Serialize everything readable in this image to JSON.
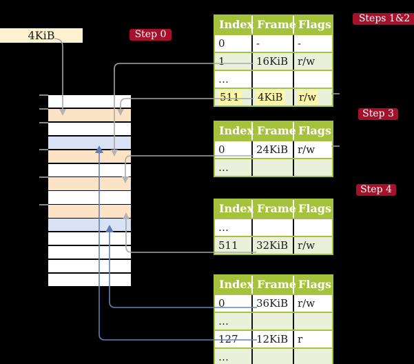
{
  "labels": {
    "frame_box": "4KiB",
    "step0": "Step 0",
    "steps12": "Steps 1&2",
    "step3": "Step 3",
    "step4": "Step 4"
  },
  "memory": {
    "rows": [
      "white",
      "orange",
      "white",
      "blue",
      "orange",
      "white",
      "orange",
      "white",
      "orange",
      "blue",
      "white",
      "white",
      "white",
      "white"
    ]
  },
  "tables": [
    {
      "name": "page-table-1",
      "headers": [
        "Index",
        "Frame",
        "Flags"
      ],
      "rows": [
        {
          "cells": [
            "0",
            "-",
            "-"
          ],
          "shade": "white",
          "highlight": false
        },
        {
          "cells": [
            "1",
            "16KiB",
            "r/w"
          ],
          "shade": "green",
          "highlight": false
        },
        {
          "cells": [
            "…",
            "",
            ""
          ],
          "shade": "white",
          "highlight": false
        },
        {
          "cells": [
            "511",
            "4KiB",
            "r/w"
          ],
          "shade": "green",
          "highlight": true
        }
      ]
    },
    {
      "name": "page-table-2",
      "headers": [
        "Index",
        "Frame",
        "Flags"
      ],
      "rows": [
        {
          "cells": [
            "0",
            "24KiB",
            "r/w"
          ],
          "shade": "white",
          "highlight": false
        },
        {
          "cells": [
            "…",
            "",
            ""
          ],
          "shade": "green",
          "highlight": false
        }
      ]
    },
    {
      "name": "page-table-3",
      "headers": [
        "Index",
        "Frame",
        "Flags"
      ],
      "rows": [
        {
          "cells": [
            "…",
            "",
            ""
          ],
          "shade": "white",
          "highlight": false
        },
        {
          "cells": [
            "511",
            "32KiB",
            "r/w"
          ],
          "shade": "green",
          "highlight": false
        }
      ]
    },
    {
      "name": "page-table-4",
      "headers": [
        "Index",
        "Frame",
        "Flags"
      ],
      "rows": [
        {
          "cells": [
            "0",
            "36KiB",
            "r/w"
          ],
          "shade": "white",
          "highlight": false
        },
        {
          "cells": [
            "…",
            "",
            ""
          ],
          "shade": "green",
          "highlight": false
        },
        {
          "cells": [
            "127",
            "12KiB",
            "r"
          ],
          "shade": "white",
          "highlight": false
        },
        {
          "cells": [
            "…",
            "",
            ""
          ],
          "shade": "green",
          "highlight": false
        }
      ]
    }
  ],
  "colors": {
    "background": "#000000",
    "badge_red": "#a5112b",
    "table_header_green": "#a4c23c",
    "table_row_green": "#eaf0d9",
    "highlight_yellow": "#fdf7a4",
    "memory_row_orange": "#fce3c5",
    "memory_row_blue": "#d8e2f4",
    "frame_box_cream": "#fdf2d0",
    "connector_gray": "#a8a8a8",
    "connector_blue": "#6282ba"
  }
}
